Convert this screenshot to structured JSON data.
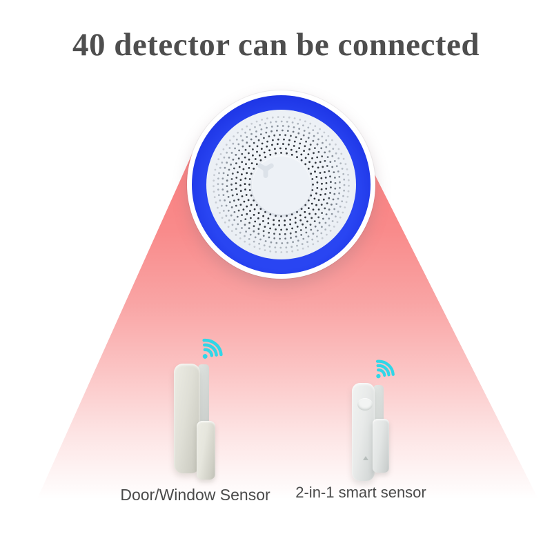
{
  "title": "40 detector can be connected",
  "device": {
    "name": "wireless strobe siren hub",
    "logo": "three-prong emblem"
  },
  "sensors": [
    {
      "label": "Door/Window Sensor"
    },
    {
      "label": "2-in-1 smart sensor"
    }
  ],
  "icons": {
    "wifi": "wifi-signal"
  },
  "colors": {
    "title-gray": "#4e4e4e",
    "label-gray": "#4a4a4a",
    "ring-blue": "#1e36e6",
    "device-face": "#edf1f6",
    "beam-pink": "#fa7f7f",
    "wifi-cyan": "#31d6e7",
    "sensor-body": "#dfdfd6"
  }
}
